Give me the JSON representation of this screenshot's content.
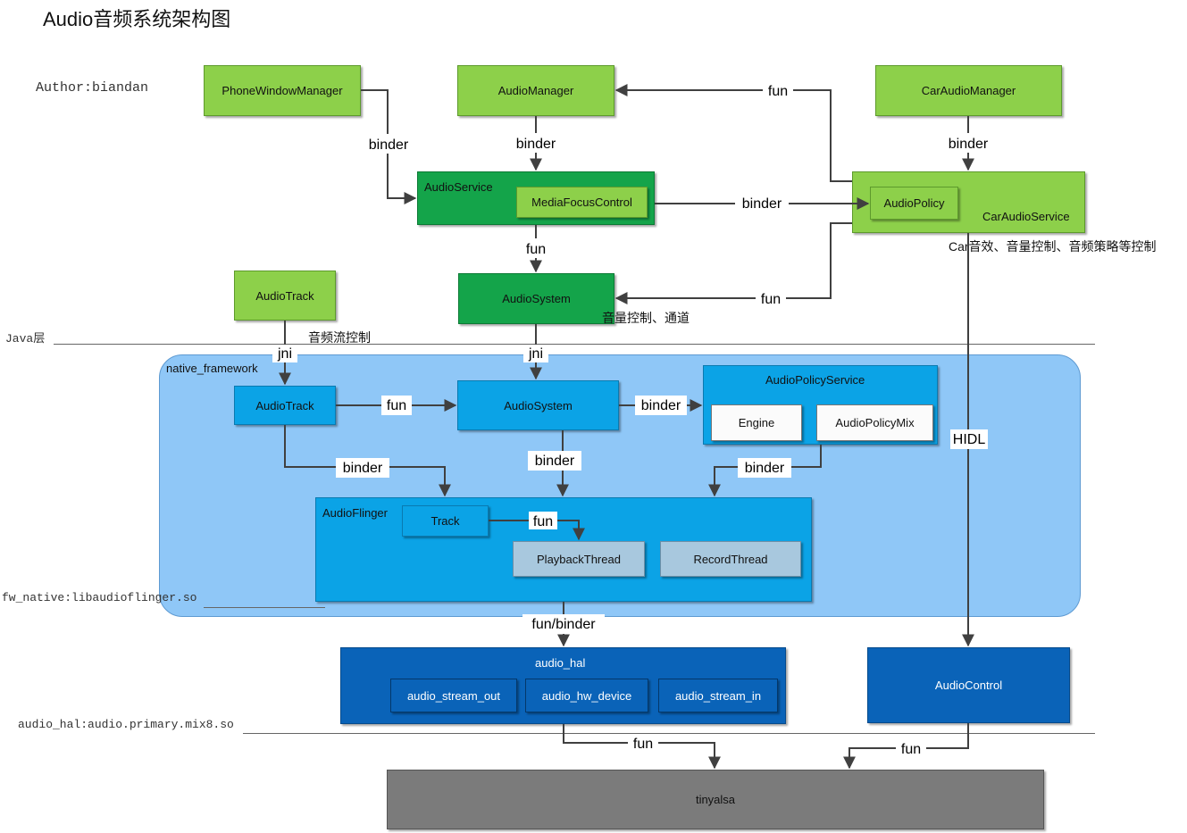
{
  "title": "Audio音频系统架构图",
  "author": "Author:biandan",
  "layers": {
    "java": "Java层",
    "fw_native": "fw_native:libaudioflinger.so",
    "audio_hal": "audio_hal:audio.primary.mix8.so"
  },
  "regions": {
    "native_framework": "native_framework"
  },
  "nodes": {
    "phone_window_manager": "PhoneWindowManager",
    "audio_manager": "AudioManager",
    "car_audio_manager": "CarAudioManager",
    "audio_service": "AudioService",
    "media_focus_control": "MediaFocusControl",
    "car_audio_service": "CarAudioService",
    "audio_policy": "AudioPolicy",
    "java_audio_track": "AudioTrack",
    "java_audio_system": "AudioSystem",
    "native_audio_track": "AudioTrack",
    "native_audio_system": "AudioSystem",
    "audio_policy_service": "AudioPolicyService",
    "engine": "Engine",
    "audio_policy_mix": "AudioPolicyMix",
    "audio_flinger": "AudioFlinger",
    "track": "Track",
    "playback_thread": "PlaybackThread",
    "record_thread": "RecordThread",
    "audio_hal": "audio_hal",
    "audio_stream_out": "audio_stream_out",
    "audio_hw_device": "audio_hw_device",
    "audio_stream_in": "audio_stream_in",
    "audio_control": "AudioControl",
    "tinyalsa": "tinyalsa"
  },
  "annotations": {
    "car_desc": "Car音效、音量控制、音频策略等控制",
    "volume_channel": "音量控制、通道",
    "stream_control": "音频流控制"
  },
  "edge_labels": {
    "pwm_binder": "binder",
    "am_binder": "binder",
    "cam_binder": "binder",
    "cas_fun_am": "fun",
    "mfc_binder": "binder",
    "as_fun": "fun",
    "cas_fun_sys": "fun",
    "jni_track": "jni",
    "jni_system": "jni",
    "track_fun": "fun",
    "sys_binder_aps": "binder",
    "track_binder": "binder",
    "sys_binder_af": "binder",
    "aps_binder_af": "binder",
    "track_fun_pt": "fun",
    "hidl": "HIDL",
    "af_hal": "fun/binder",
    "hal_tinyalsa": "fun",
    "ctrl_tinyalsa": "fun"
  },
  "colors": {
    "light_green": "#8dd04a",
    "dark_green": "#14a44a",
    "blue": "#0ba3e6",
    "dark_blue": "#0a63b8",
    "region_blue": "#8fc7f7",
    "gray": "#7b7b7b"
  }
}
